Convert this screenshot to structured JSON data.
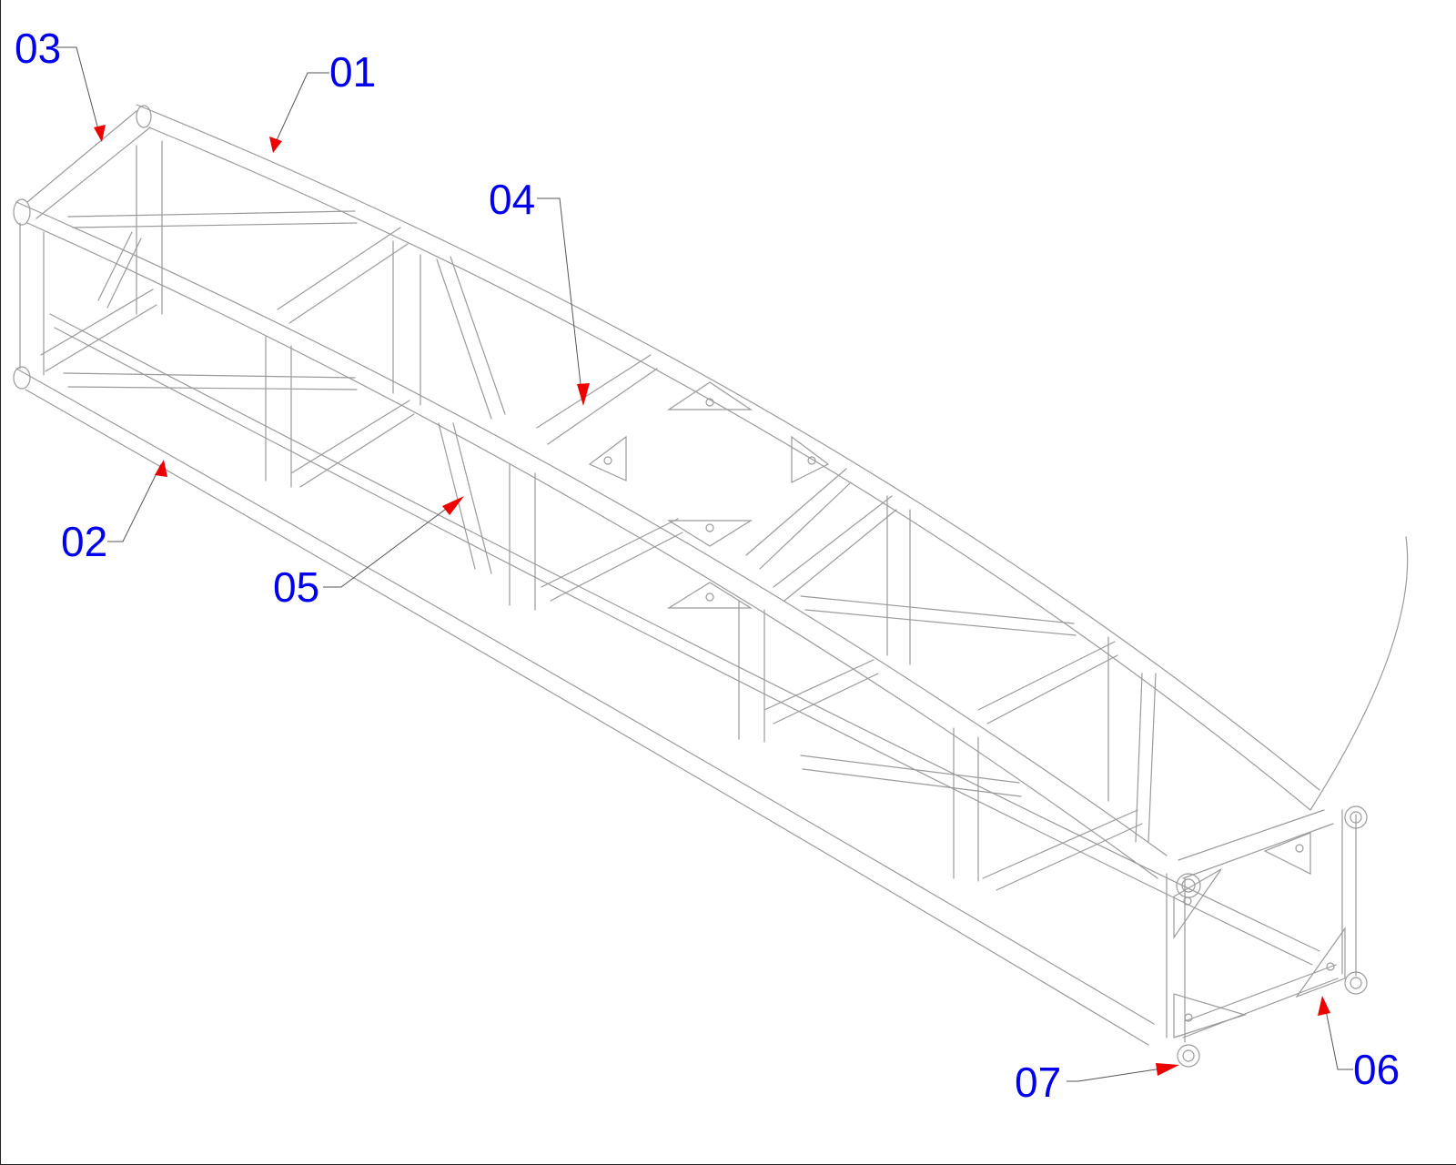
{
  "callouts": [
    {
      "id": "c01",
      "label": "01"
    },
    {
      "id": "c02",
      "label": "02"
    },
    {
      "id": "c03",
      "label": "03"
    },
    {
      "id": "c04",
      "label": "04"
    },
    {
      "id": "c05",
      "label": "05"
    },
    {
      "id": "c06",
      "label": "06"
    },
    {
      "id": "c07",
      "label": "07"
    }
  ],
  "colors": {
    "label": "#0000ee",
    "arrow": "#ee0000",
    "leader": "#555555",
    "line": "#9a9a9a",
    "background": "#ffffff"
  }
}
